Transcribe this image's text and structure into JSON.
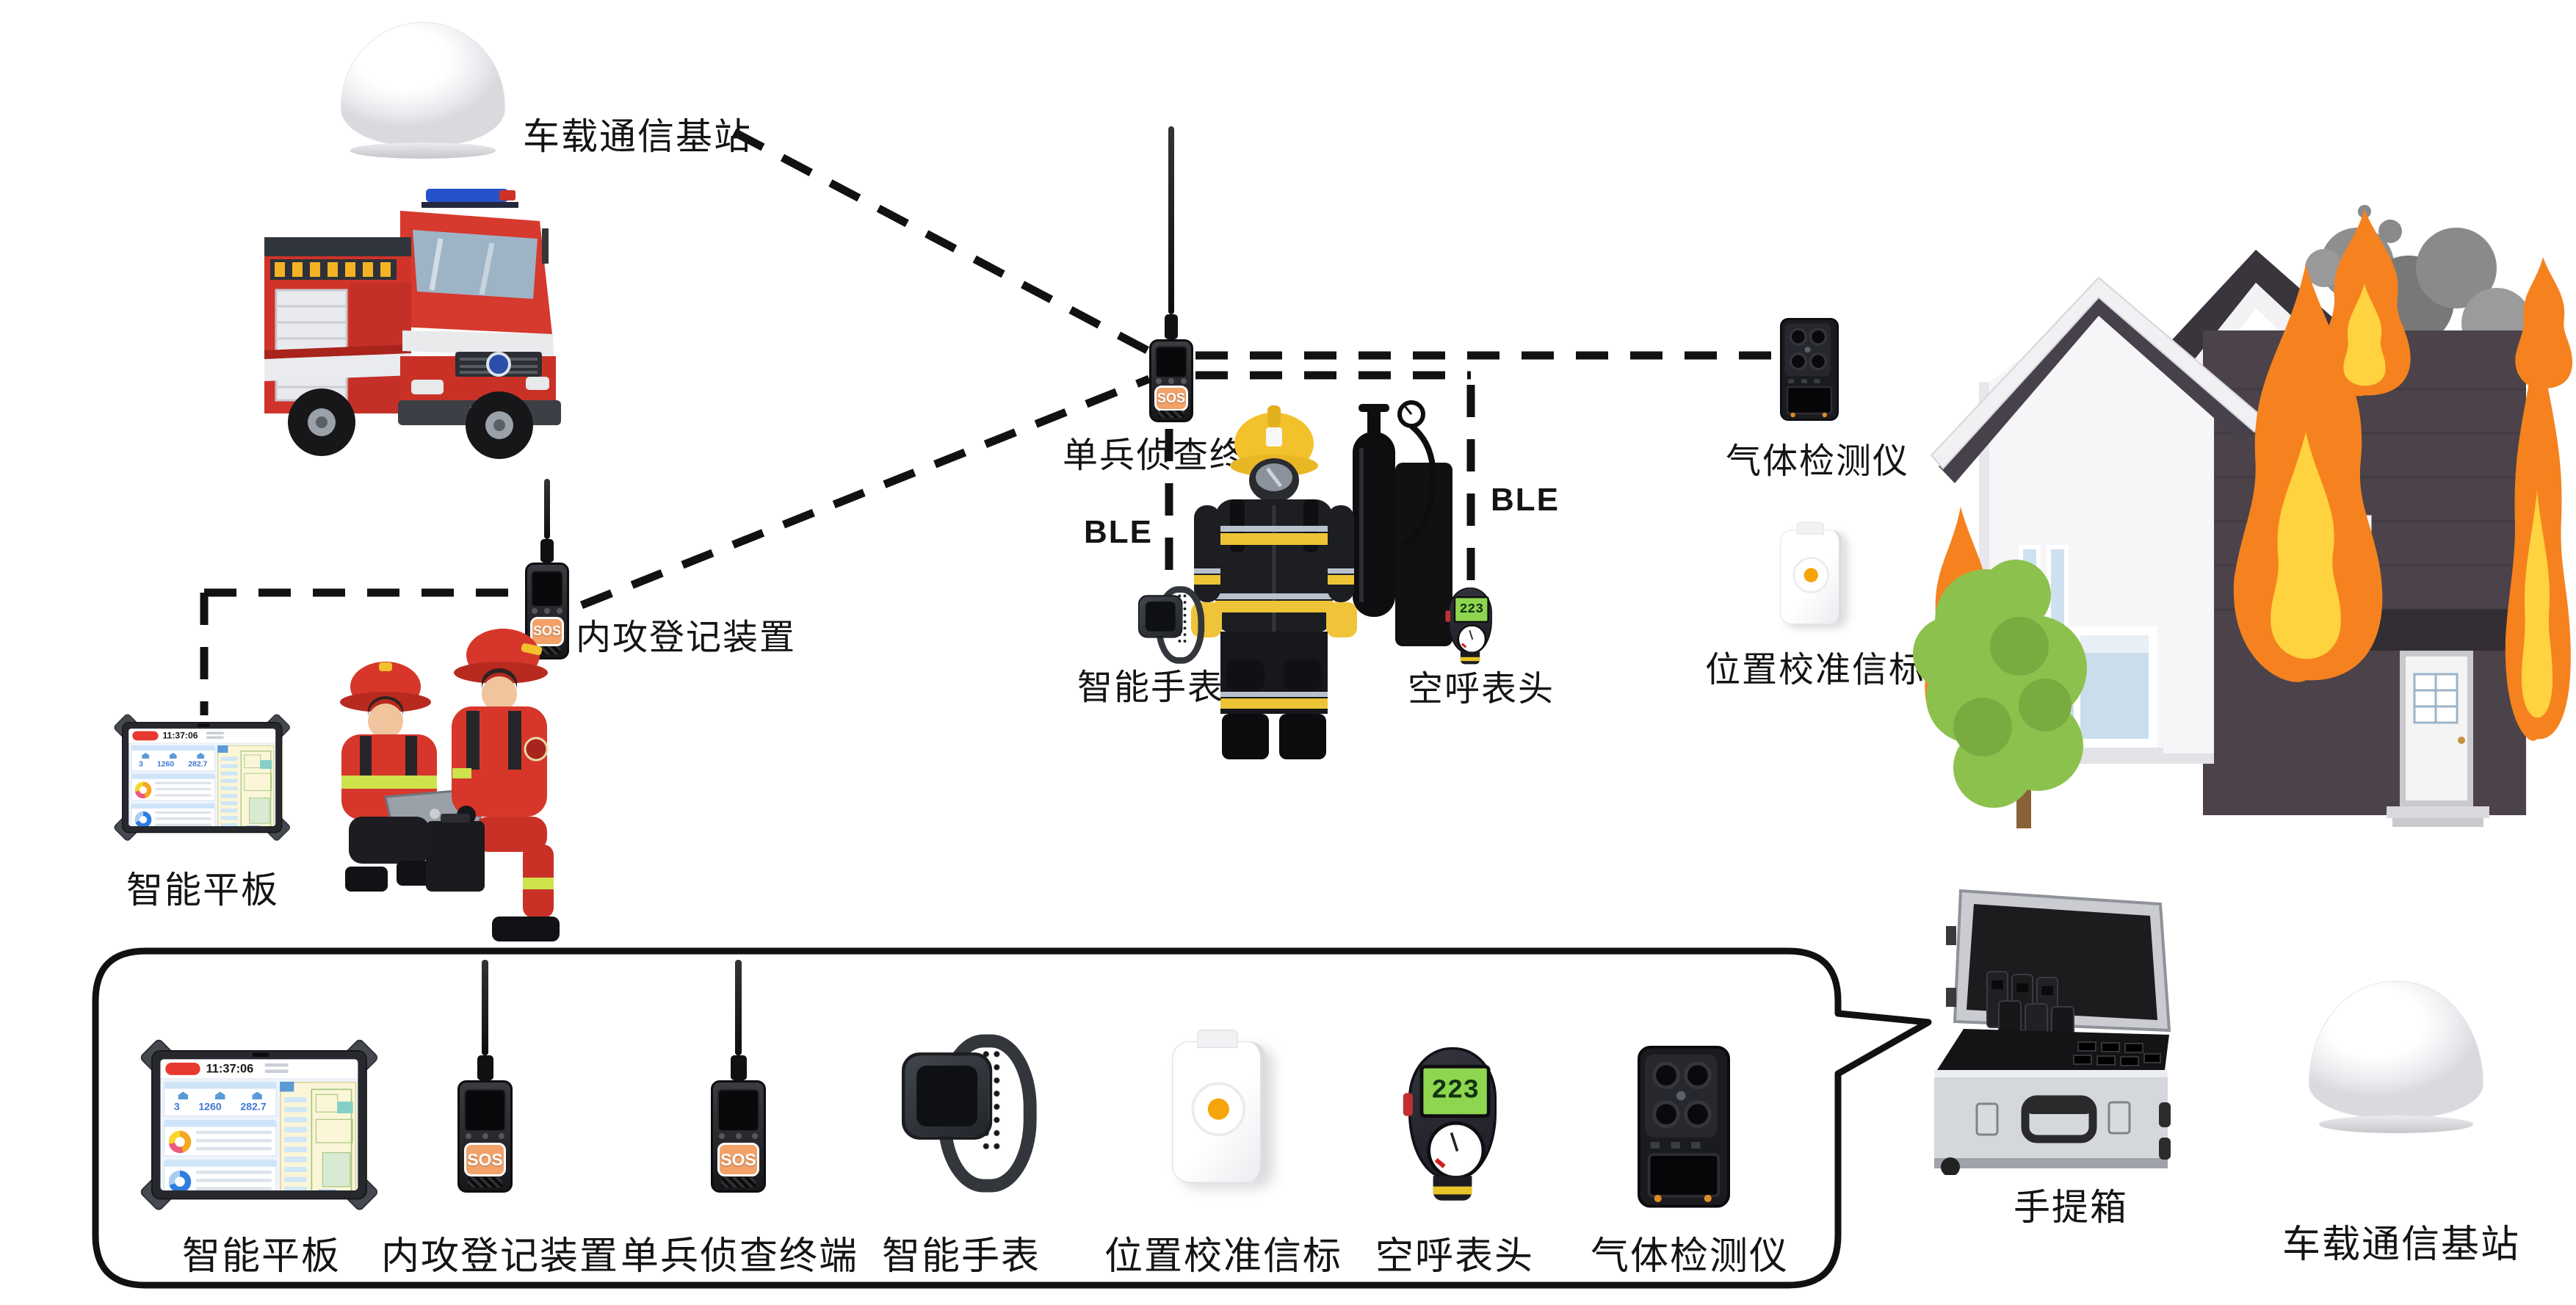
{
  "diagram": {
    "top_base_station_label": "车载通信基站",
    "recon_terminal_label": "单兵侦查终端",
    "entry_register_label": "内攻登记装置",
    "tablet_label": "智能平板",
    "smart_watch_label": "智能手表",
    "scba_gauge_label": "空呼表头",
    "gas_detector_label": "气体检测仪",
    "beacon_label": "位置校准信标",
    "ble_watch_label": "BLE",
    "ble_gauge_label": "BLE"
  },
  "kit_panel": {
    "items": [
      {
        "label": "智能平板"
      },
      {
        "label": "内攻登记装置"
      },
      {
        "label": "单兵侦查终端"
      },
      {
        "label": "智能手表"
      },
      {
        "label": "位置校准信标"
      },
      {
        "label": "空呼表头"
      },
      {
        "label": "气体检测仪"
      }
    ],
    "case_label": "手提箱",
    "base_station_label": "车载通信基站"
  },
  "device_text": {
    "sos_button": "SOS",
    "gauge_value": "223",
    "tablet_time": "11:37:06",
    "tablet_stat_count": "3",
    "tablet_stat_pressure": "1260",
    "tablet_stat_air": "282.7"
  },
  "colors": {
    "sos_orange": "#f2a269",
    "lcd_green": "#8ed64f",
    "beacon_orange": "#f5a50a",
    "flame_orange": "#F5821F",
    "flame_yellow": "#FFD23F",
    "truck_red": "#cf3329",
    "rescuer_red": "#d7372b",
    "line_black": "#111111"
  }
}
